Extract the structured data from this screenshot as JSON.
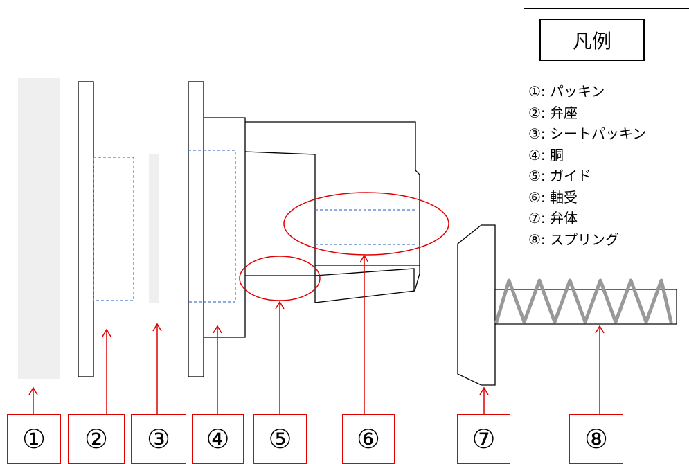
{
  "legend": {
    "title": "凡例",
    "items": [
      "①: パッキン",
      "②: 弁座",
      "③: シートパッキン",
      "④: 胴",
      "⑤: ガイド",
      "⑥: 軸受",
      "⑦: 弁体",
      "⑧: スプリング"
    ]
  },
  "labels": [
    "①",
    "②",
    "③",
    "④",
    "⑤",
    "⑥",
    "⑦",
    "⑧"
  ],
  "colors": {
    "outline": "#000000",
    "pointer": "#e00000",
    "hidden_line": "#4a7cc7",
    "gasket_fill": "#efefef",
    "spring": "#999999"
  }
}
